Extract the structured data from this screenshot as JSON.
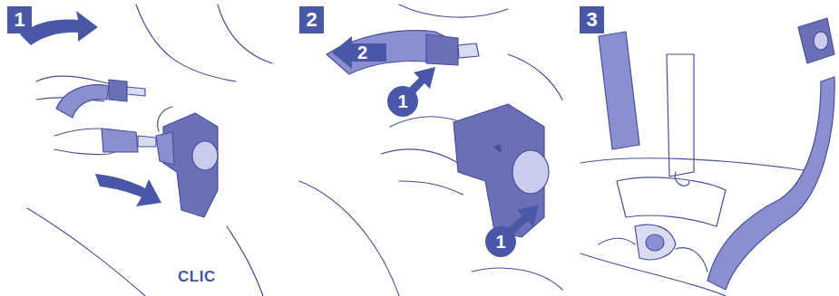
{
  "diagram": {
    "nodes": [
      {
        "text": [
          "1"
        ]
      },
      {
        "text": [
          "2"
        ]
      },
      {
        "text": [
          "2"
        ]
      },
      {
        "text": [
          "1"
        ]
      },
      {
        "text": [
          "1"
        ]
      },
      {
        "text": [
          "3"
        ]
      }
    ],
    "labels": [
      "CLIC"
    ]
  }
}
